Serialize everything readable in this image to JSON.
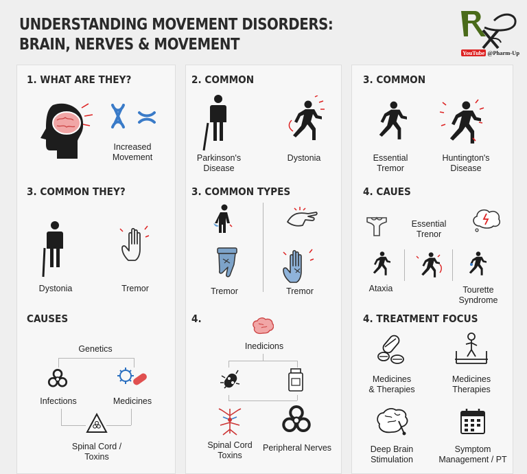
{
  "title": {
    "line1": "UNDERSTANDING MOVEMENT DISORDERS:",
    "line2": "BRAIN, NERVES & MOVEMENT"
  },
  "logo": {
    "letters": "Rx",
    "youtube": "YouTube",
    "handle": "@Pharm-Up"
  },
  "col1": {
    "s1": {
      "heading": "1. WHAT ARE THEY?",
      "label1": "Increased",
      "label2": "Movement"
    },
    "s2": {
      "heading": "3. COMMON THEY?",
      "label1": "Dystonia",
      "label2": "Tremor"
    },
    "s3": {
      "heading": "CAUSES",
      "genetics": "Genetics",
      "infections": "Infections",
      "medicines": "Medicines",
      "spinal1": "Spinal Cord /",
      "spinal2": "Toxins"
    }
  },
  "col2": {
    "s1": {
      "heading": "2. COMMON",
      "park1": "Parkinson's",
      "park2": "Disease",
      "dystonia": "Dystonia"
    },
    "s2": {
      "heading": "3. COMMON TYPES",
      "tremor1": "Tremor",
      "tremor2": "Tremor"
    },
    "s3": {
      "heading": "4.",
      "inedicions": "Inedicions",
      "spinal1": "Spinal Cord",
      "spinal2": "Toxins",
      "peripheral": "Peripheral Nerves"
    }
  },
  "col3": {
    "s1": {
      "heading": "3. COMMON",
      "ess1": "Essential",
      "ess2": "Tremor",
      "hunt1": "Huntington's",
      "hunt2": "Disease"
    },
    "s2": {
      "heading": "4. CAUES",
      "ess1": "Essential",
      "ess2": "Trenor",
      "ataxia": "Ataxia",
      "tour1": "Tourette",
      "tour2": "Syndrome"
    },
    "s3": {
      "heading": "4. TREATMENT FOCUS",
      "med1a": "Medicines",
      "med1b": "& Therapies",
      "med2a": "Medicines",
      "med2b": "Therapies",
      "dbs1": "Deep Brain",
      "dbs2": "Stimulation",
      "sym1": "Symptom",
      "sym2": "Management / PT"
    }
  }
}
